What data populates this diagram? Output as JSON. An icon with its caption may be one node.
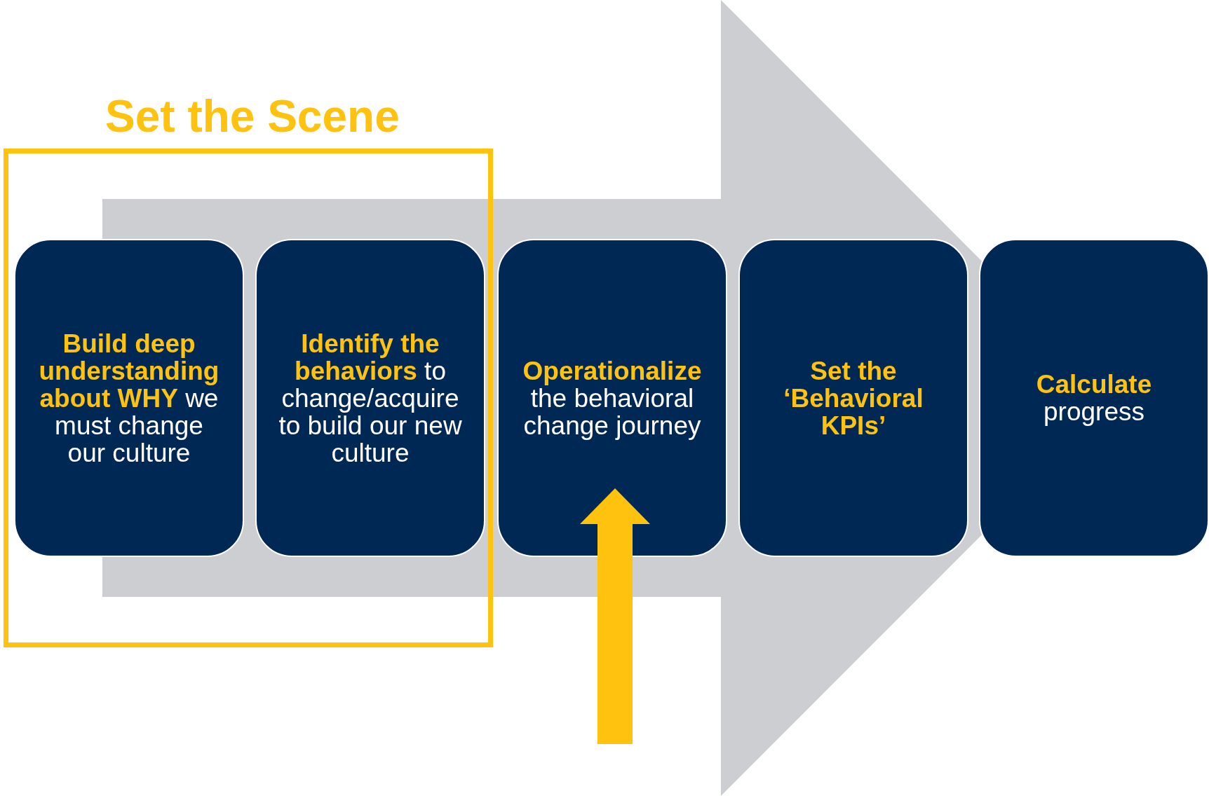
{
  "diagram": {
    "nodes": [
      {
        "text": [
          "Set the Scene"
        ]
      },
      {
        "text": [
          "**Build deep understanding about WHY** we must change our culture"
        ],
        "in": 0
      },
      {
        "text": [
          "**Identify the behaviors** to change/acquire to build our new culture"
        ],
        "in": 0
      },
      {
        "text": [
          "**Operationalize** the behavioral change journey"
        ]
      },
      {
        "text": [
          "Set the ‘Behavioral KPIs’"
        ]
      },
      {
        "text": [
          "**Calculate** progress"
        ]
      }
    ],
    "edges": [
      {
        "from": 1,
        "to": 5,
        "arrow": "to",
        "color": "#cdced2",
        "style": "thick"
      },
      {
        "from": null,
        "to": 3,
        "arrow": "to",
        "color": "#ffc20e"
      }
    ]
  }
}
